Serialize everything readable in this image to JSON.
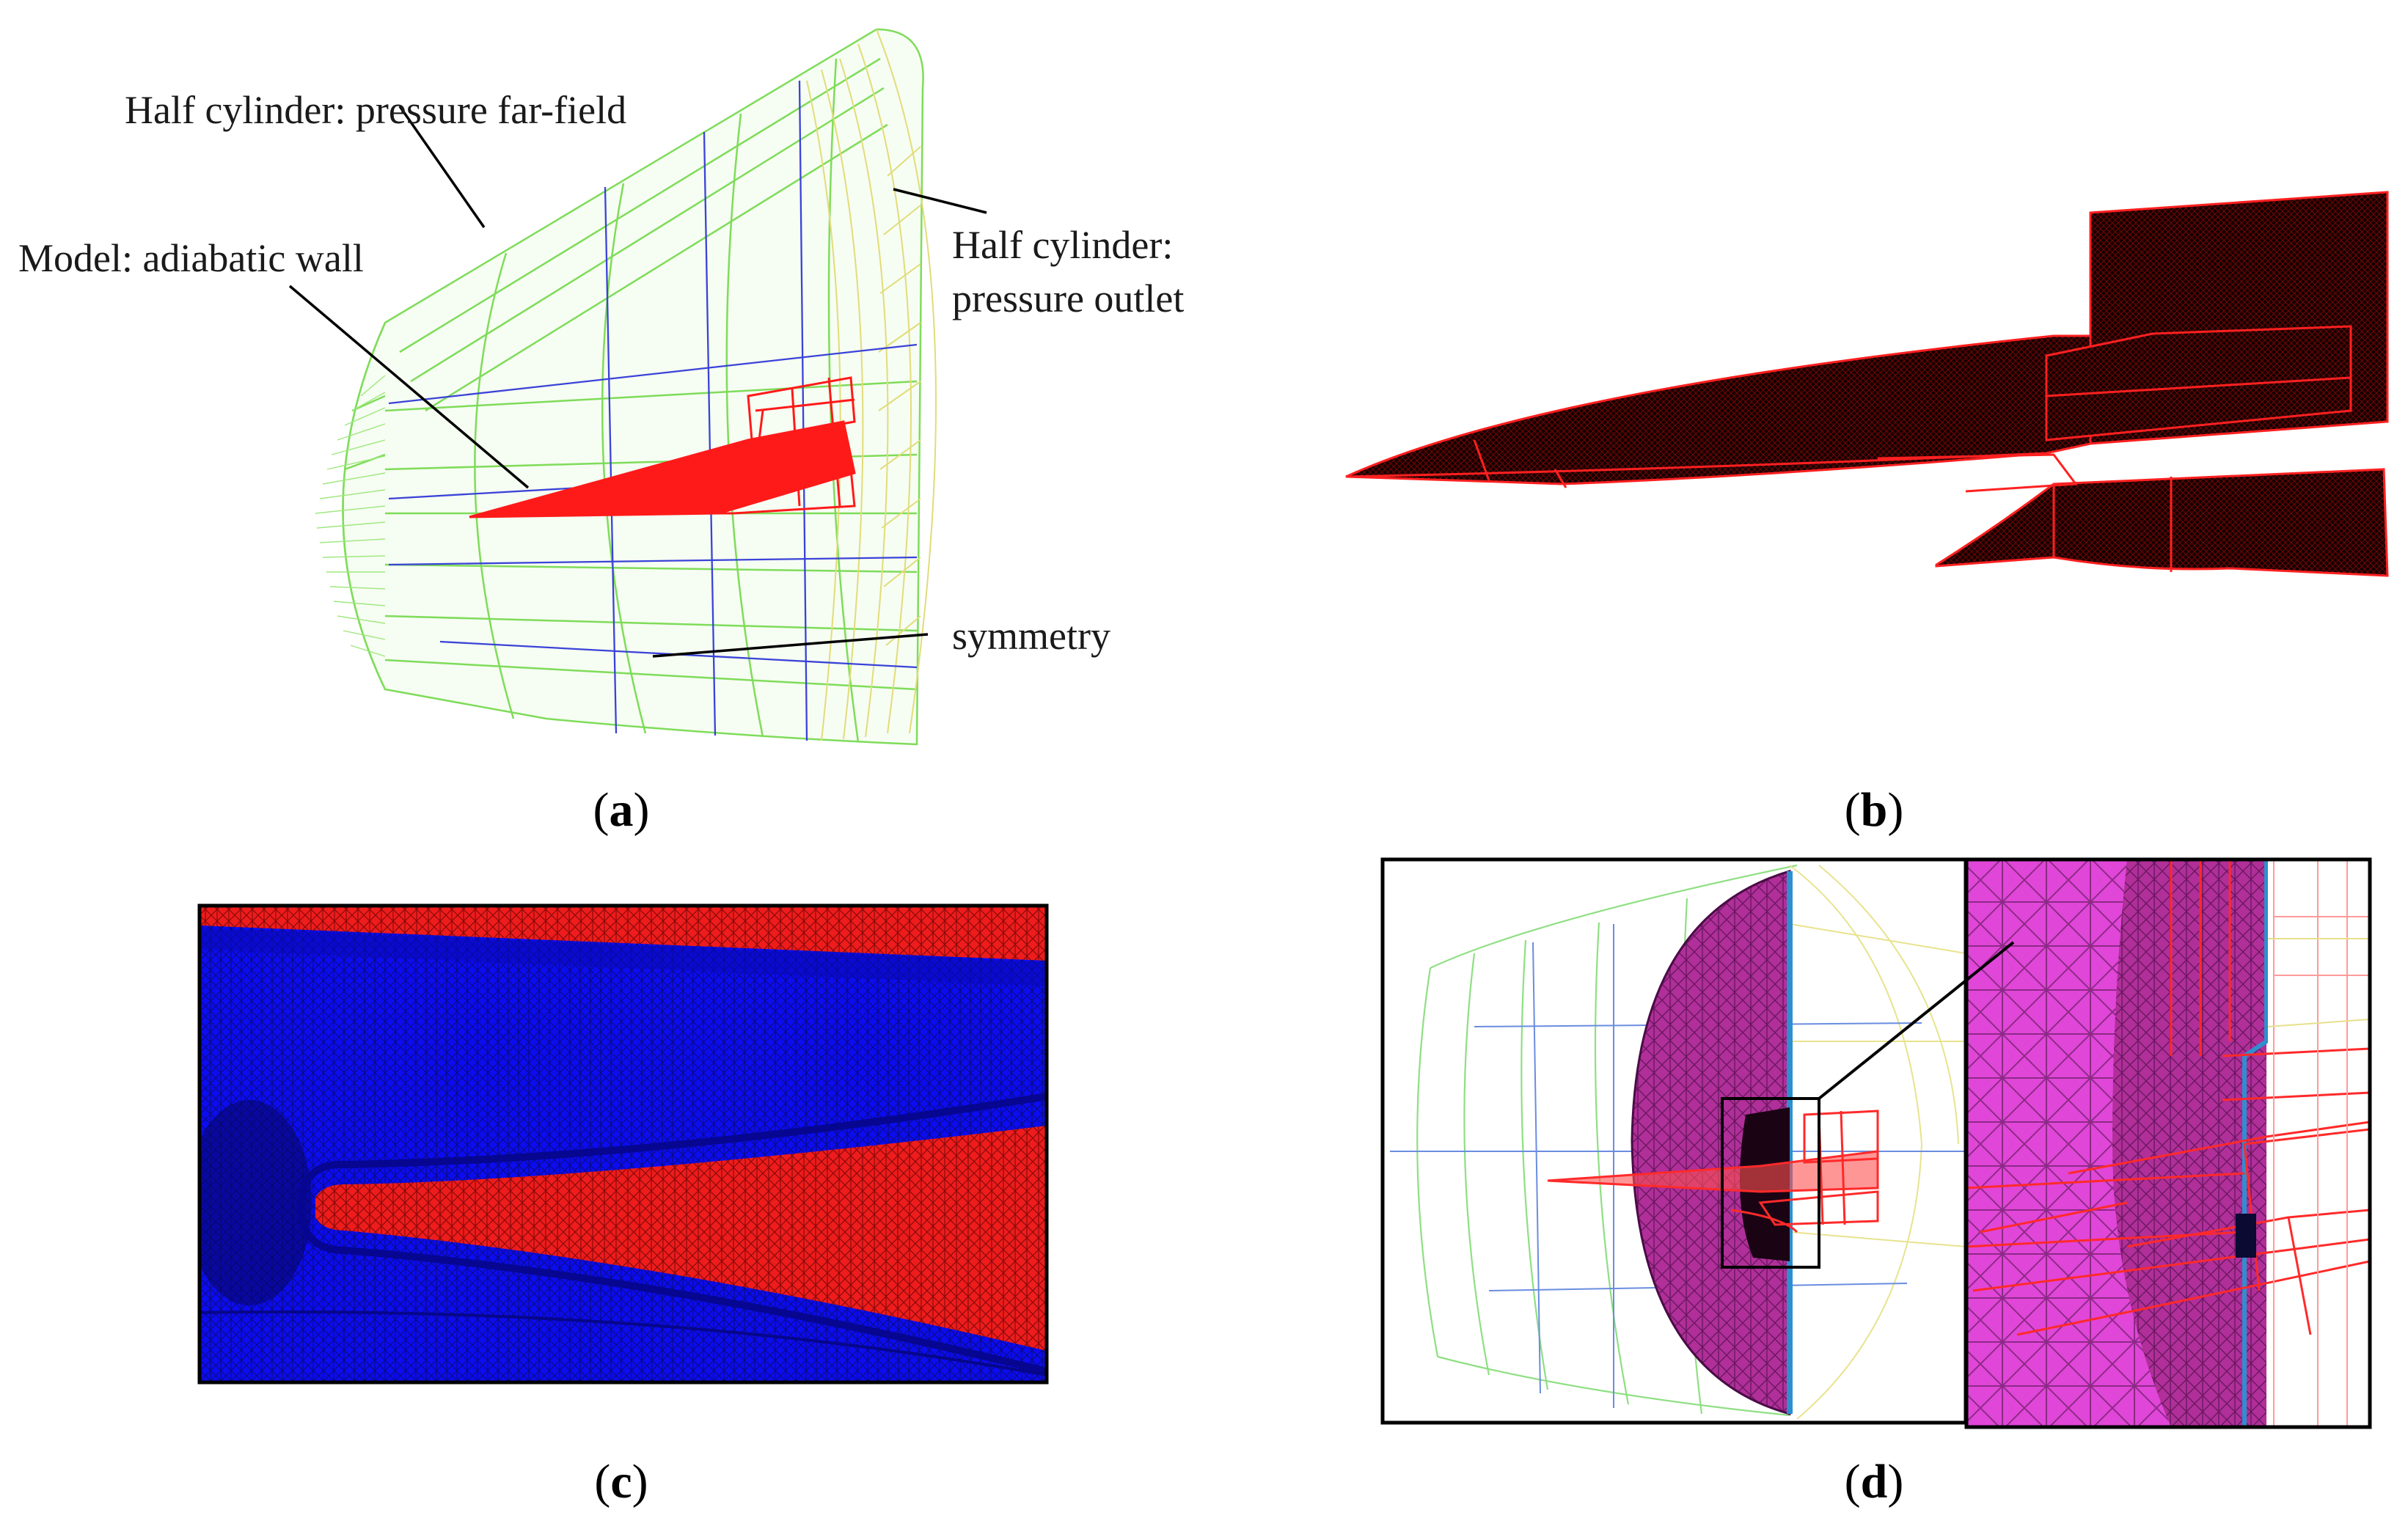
{
  "figure": {
    "panels": [
      {
        "id": "a",
        "label": "a"
      },
      {
        "id": "b",
        "label": "b"
      },
      {
        "id": "c",
        "label": "c"
      },
      {
        "id": "d",
        "label": "d"
      }
    ],
    "annotations": {
      "far_field": "Half cylinder: pressure far-field",
      "wall": "Model: adiabatic wall",
      "outlet_line1": "Half cylinder:",
      "outlet_line2": "pressure outlet",
      "symmetry": "symmetry"
    },
    "colors": {
      "far_field": "#7fdc5a",
      "outlet": "#e2dc7a",
      "symmetry": "#3a43d8",
      "model": "#ff1a1a",
      "surface_mesh": "#2a0000",
      "mesh_blue": "#0c0cf0",
      "mesh_red": "#ee1c1c",
      "volume_cut": "#b0339a"
    }
  }
}
